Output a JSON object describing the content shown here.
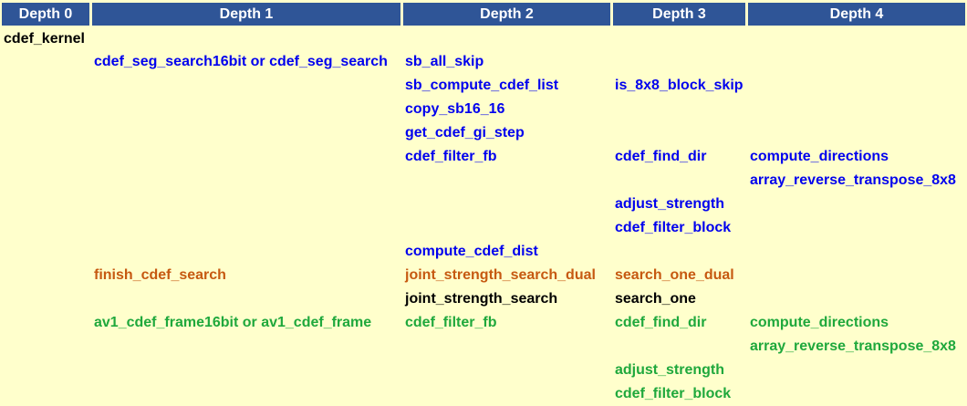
{
  "headers": [
    "Depth 0",
    "Depth 1",
    "Depth 2",
    "Depth 3",
    "Depth 4"
  ],
  "colors": {
    "header_bg": "#2f5597",
    "background": "#ffffcc",
    "black": "#000000",
    "blue": "#0000ee",
    "orange": "#c65911",
    "green": "#1fa83c"
  },
  "rows": [
    {
      "depth0": "cdef_kernel"
    },
    {
      "depth1": "cdef_seg_search16bit or cdef_seg_search",
      "depth2": "sb_all_skip"
    },
    {
      "depth2": "sb_compute_cdef_list",
      "depth3": "is_8x8_block_skip"
    },
    {
      "depth2": "copy_sb16_16"
    },
    {
      "depth2": "get_cdef_gi_step"
    },
    {
      "depth2": "cdef_filter_fb",
      "depth3": "cdef_find_dir",
      "depth4": "compute_directions"
    },
    {
      "depth4": "array_reverse_transpose_8x8"
    },
    {
      "depth3": "adjust_strength"
    },
    {
      "depth3": "cdef_filter_block"
    },
    {
      "depth2": "compute_cdef_dist"
    },
    {
      "depth1": "finish_cdef_search",
      "depth2": "joint_strength_search_dual",
      "depth3": "search_one_dual"
    },
    {
      "depth2": "joint_strength_search",
      "depth3": "search_one"
    },
    {
      "depth1": "av1_cdef_frame16bit or av1_cdef_frame",
      "depth2": "cdef_filter_fb",
      "depth3": "cdef_find_dir",
      "depth4": "compute_directions"
    },
    {
      "depth4": "array_reverse_transpose_8x8"
    },
    {
      "depth3": "adjust_strength"
    },
    {
      "depth3": "cdef_filter_block"
    }
  ]
}
